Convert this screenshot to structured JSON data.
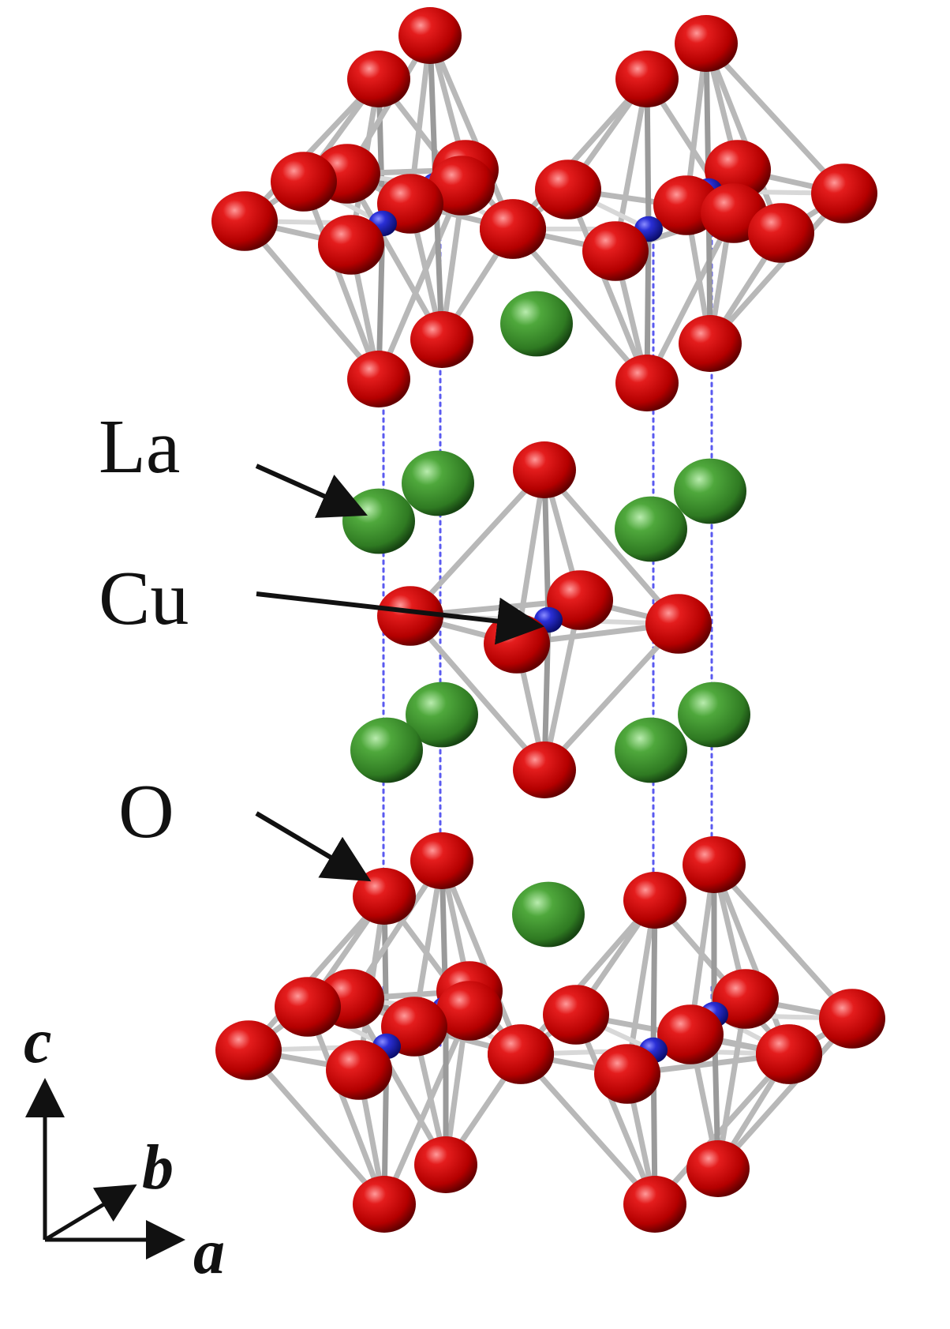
{
  "figure": {
    "labels": {
      "la": "La",
      "cu": "Cu",
      "o": "O"
    },
    "axes": {
      "a": "a",
      "b": "b",
      "c": "c"
    }
  },
  "colors": {
    "oxygen": "#d10a0a",
    "lanthanum": "#3c8c2d",
    "copper": "#1a1fa8",
    "bond": "#b8b8b8",
    "cell_edge": "#5a5af0",
    "text": "#111111"
  }
}
